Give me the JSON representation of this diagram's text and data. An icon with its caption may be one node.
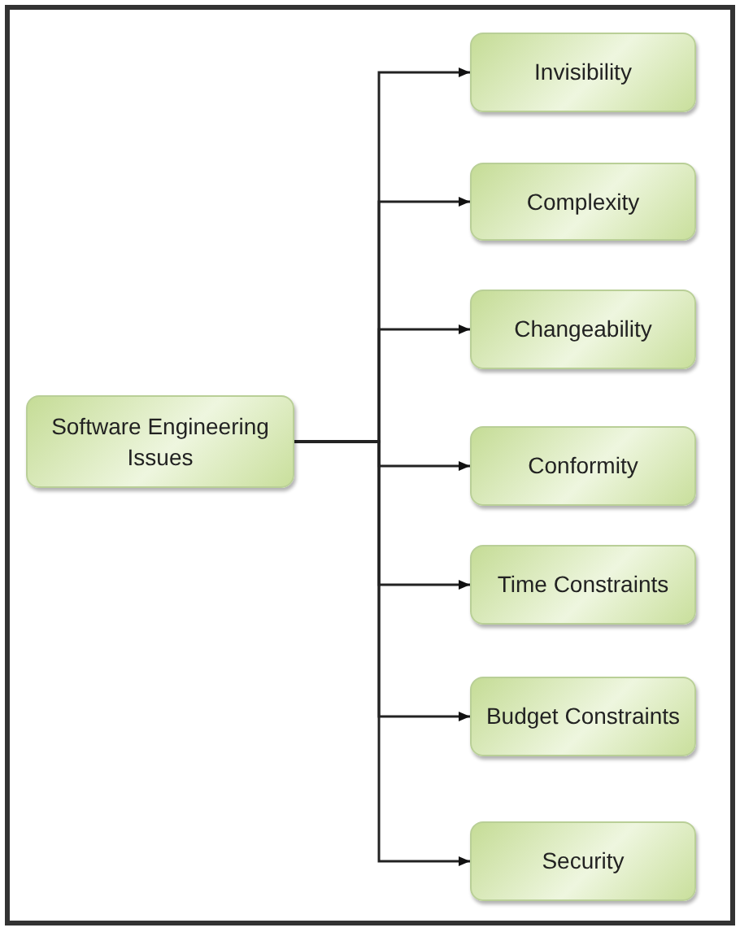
{
  "diagram": {
    "nodes": [
      {
        "text": [
          "Software Engineering Issues"
        ]
      },
      {
        "text": [
          "Invisibility"
        ]
      },
      {
        "text": [
          "Complexity"
        ]
      },
      {
        "text": [
          "Changeability"
        ]
      },
      {
        "text": [
          "Conformity"
        ]
      },
      {
        "text": [
          "Time Constraints"
        ]
      },
      {
        "text": [
          "Budget Constraints"
        ]
      },
      {
        "text": [
          "Security"
        ]
      }
    ],
    "edges": [
      {
        "from": 0,
        "to": 1,
        "arrow": "to"
      },
      {
        "from": 0,
        "to": 2,
        "arrow": "to"
      },
      {
        "from": 0,
        "to": 3,
        "arrow": "to"
      },
      {
        "from": 0,
        "to": 4,
        "arrow": "to"
      },
      {
        "from": 0,
        "to": 5,
        "arrow": "to"
      },
      {
        "from": 0,
        "to": 6,
        "arrow": "to"
      },
      {
        "from": 0,
        "to": 7,
        "arrow": "to"
      }
    ]
  }
}
